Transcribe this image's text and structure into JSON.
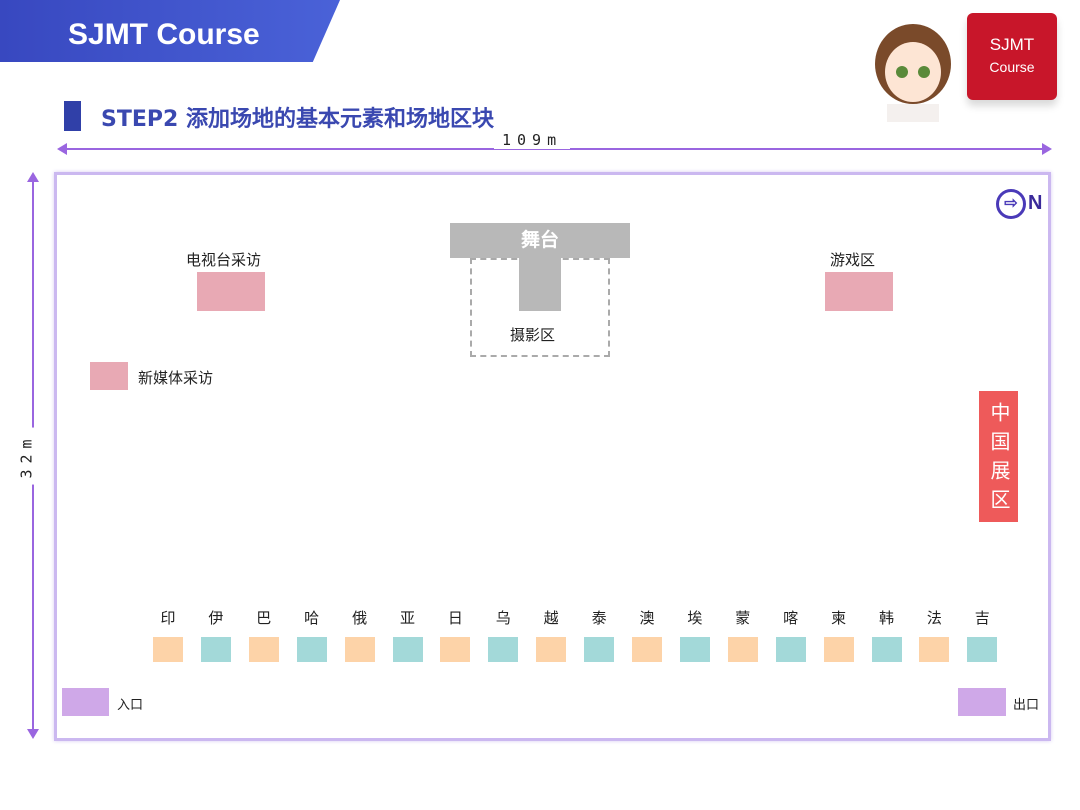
{
  "header": {
    "brand": "SJMT Course",
    "step_title": "STEP2 添加场地的基本元素和场地区块",
    "logo_line1": "SJMT",
    "logo_line2": "Course"
  },
  "dimensions": {
    "width": "109m",
    "height": "32m"
  },
  "compass": {
    "label": "N"
  },
  "zones": {
    "stage": "舞台",
    "photo": "摄影区",
    "tv": "电视台采访",
    "game": "游戏区",
    "new_media": "新媒体采访",
    "china": "中国展区",
    "entrance": "入口",
    "exit": "出口"
  },
  "booths": [
    "印",
    "伊",
    "巴",
    "哈",
    "俄",
    "亚",
    "日",
    "乌",
    "越",
    "泰",
    "澳",
    "埃",
    "蒙",
    "喀",
    "柬",
    "韩",
    "法",
    "吉"
  ],
  "colors": {
    "booth_a": "#fdd3a8",
    "booth_b": "#a3d9d9",
    "pink": "#e8a9b4",
    "china": "#ee5a5a",
    "gate": "#cfa8e8",
    "accent": "#9a66e0"
  }
}
